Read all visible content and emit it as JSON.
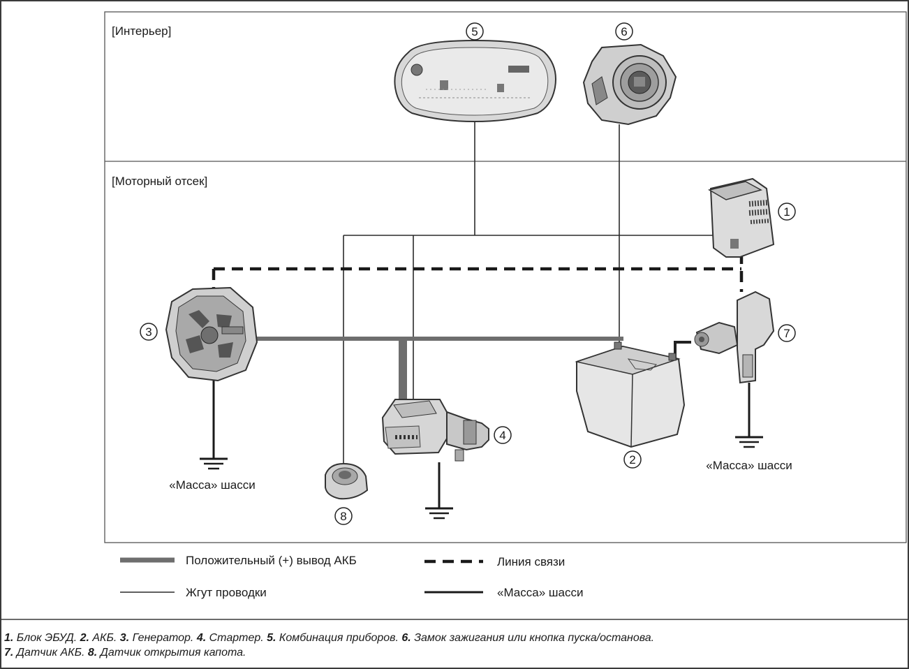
{
  "sections": {
    "interior": "[Интерьер]",
    "engine_bay": "[Моторный отсек]"
  },
  "components": [
    {
      "num": "1",
      "icon": "ecu-icon"
    },
    {
      "num": "2",
      "icon": "battery-icon"
    },
    {
      "num": "3",
      "icon": "alternator-icon"
    },
    {
      "num": "4",
      "icon": "starter-icon"
    },
    {
      "num": "5",
      "icon": "instrument-cluster-icon"
    },
    {
      "num": "6",
      "icon": "ignition-switch-icon"
    },
    {
      "num": "7",
      "icon": "battery-sensor-icon"
    },
    {
      "num": "8",
      "icon": "hood-switch-icon"
    }
  ],
  "ground_labels": {
    "left": "«Масса» шасси",
    "right": "«Масса» шасси"
  },
  "legend": {
    "battery_positive": "Положительный (+) вывод АКБ",
    "harness": "Жгут проводки",
    "comm_line": "Линия связи",
    "chassis_ground": "«Масса» шасси"
  },
  "caption": [
    {
      "num": "1.",
      "text": " Блок ЭБУД. "
    },
    {
      "num": "2.",
      "text": " АКБ. "
    },
    {
      "num": "3.",
      "text": " Генератор. "
    },
    {
      "num": "4.",
      "text": " Стартер. "
    },
    {
      "num": "5.",
      "text": " Комбинация приборов. "
    },
    {
      "num": "6.",
      "text": " Замок зажигания или кнопка пуска/останова."
    },
    {
      "num": "7.",
      "text": " Датчик АКБ. "
    },
    {
      "num": "8.",
      "text": " Датчик открытия капота."
    }
  ],
  "colors": {
    "frame": "#3a3a3a",
    "positive_wire": "#6e6e6e",
    "harness_wire": "#2a2a2a",
    "comm_line": "#1a1a1a"
  }
}
